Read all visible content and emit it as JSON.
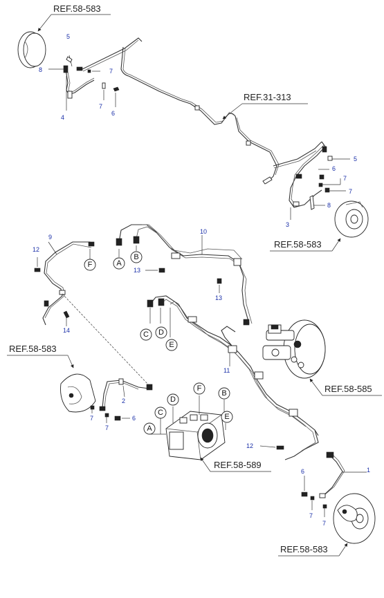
{
  "references": {
    "top_left": "REF.58-583",
    "top_center": "REF.31-313",
    "right_upper": "REF.58-583",
    "left_middle": "REF.58-583",
    "right_middle": "REF.58-585",
    "center_bottom": "REF.58-589",
    "right_bottom": "REF.58-583"
  },
  "part_numbers": {
    "p5_top": "5",
    "p8_top": "8",
    "p7_top": "7",
    "p7_topleft": "7",
    "p6_topleft": "6",
    "p4": "4",
    "p5_right": "5",
    "p6_right": "6",
    "p7_right_a": "7",
    "p7_right_b": "7",
    "p8_right": "8",
    "p3": "3",
    "p9": "9",
    "p12_left": "12",
    "p14": "14",
    "p10": "10",
    "p13_a": "13",
    "p13_b": "13",
    "p11": "11",
    "p2": "2",
    "p7_mid_a": "7",
    "p7_mid_b": "7",
    "p6_mid": "6",
    "p12_right": "12",
    "p1": "1",
    "p6_bottom": "6",
    "p7_bottom_a": "7",
    "p7_bottom_b": "7"
  },
  "connectors": {
    "F_left": "F",
    "A_top": "A",
    "B_top": "B",
    "C_mid": "C",
    "D_mid": "D",
    "E_mid": "E",
    "A_abs": "A",
    "C_abs": "C",
    "D_abs": "D",
    "F_abs": "F",
    "B_abs": "B",
    "E_abs": "E"
  }
}
